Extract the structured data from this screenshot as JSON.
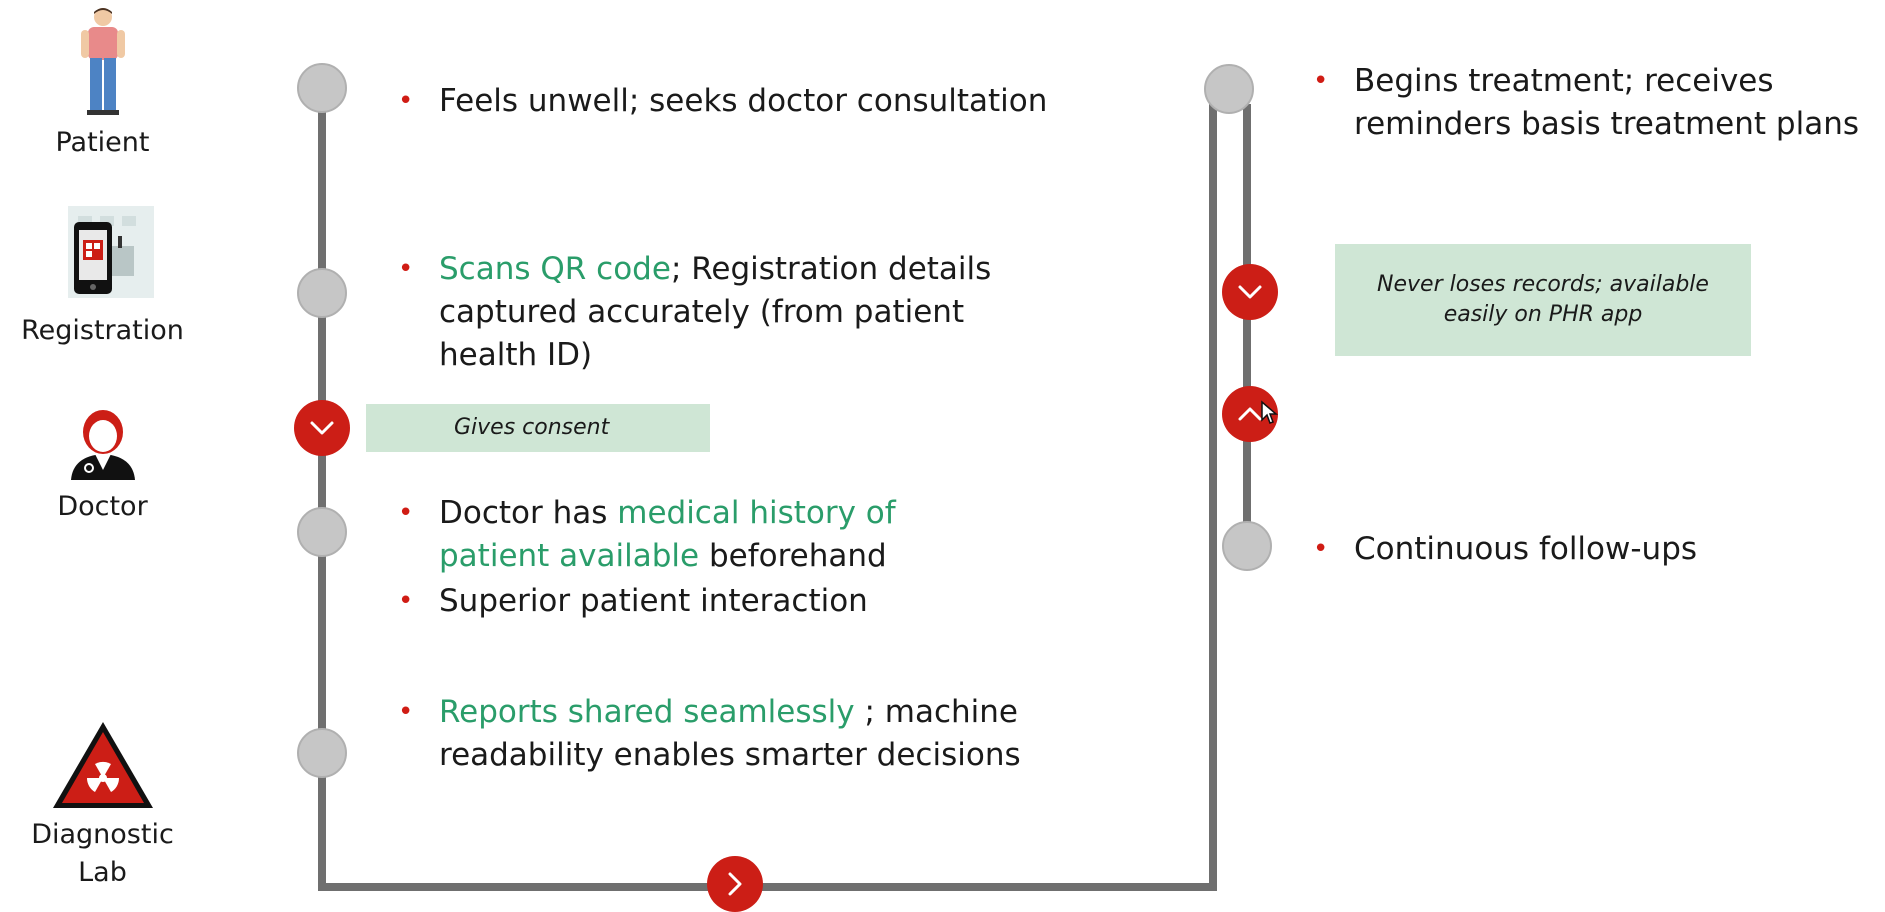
{
  "actors": {
    "patient": "Patient",
    "registration": "Registration",
    "doctor": "Doctor",
    "lab_line1": "Diagnostic",
    "lab_line2": "Lab"
  },
  "left_items": {
    "unwell": "Feels unwell; seeks doctor consultation",
    "scan_hl": "Scans QR code",
    "scan_rest": "; Registration details captured accurately (from patient health ID)",
    "doctor_pre": "Doctor has ",
    "doctor_hl": "medical history of patient available",
    "doctor_post": " beforehand",
    "interaction": "Superior patient interaction",
    "reports_hl": "Reports shared seamlessly",
    "reports_rest": " ; machine readability enables smarter decisions"
  },
  "right_items": {
    "treatment": "Begins treatment; receives reminders basis treatment plans",
    "followups": "Continuous follow-ups"
  },
  "boxes": {
    "consent": "Gives consent",
    "records": "Never loses records; available easily on PHR app"
  },
  "bullet_char": "•",
  "colors": {
    "accent_red": "#cc1e16",
    "highlight_green": "#2a9d6a",
    "box_green": "#cfe6d5",
    "track_gray": "#6f6f6f",
    "node_gray": "#c6c6c6"
  },
  "icons": {
    "patient": "person-icon",
    "registration": "phone-qr-icon",
    "doctor": "doctor-icon",
    "lab": "radiation-warning-icon",
    "expand": "chevron-down-icon",
    "collapse": "chevron-up-icon",
    "next": "chevron-right-icon"
  }
}
